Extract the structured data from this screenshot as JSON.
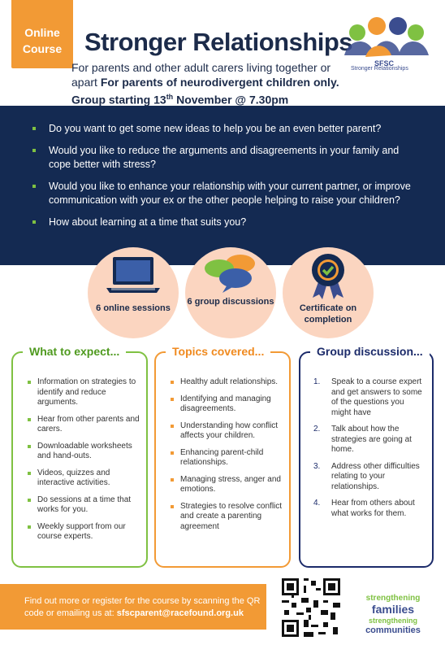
{
  "badge": {
    "line1": "Online",
    "line2": "Course"
  },
  "header": {
    "title": "Stronger Relationships",
    "subtitle_plain": "For parents and other adult  carers living together or apart ",
    "subtitle_bold": "For parents of neurodivergent children only. Group starting 13",
    "subtitle_sup": "th",
    "subtitle_bold_end": " November @ 7.30pm"
  },
  "logo": {
    "name": "SFSC",
    "tagline": "Stronger Relationships"
  },
  "questions": [
    "Do you want to get some new ideas to help you be an even better parent?",
    "Would you like to reduce the arguments and disagreements in your family and cope better with stress?",
    "Would you like to enhance your relationship with your current partner, or improve communication with your ex or the other people helping to raise your children?",
    "How about learning at a time that suits you?"
  ],
  "features": [
    {
      "label": "6 online sessions",
      "icon": "laptop-icon"
    },
    {
      "label": "6 group discussions",
      "icon": "speech-bubbles-icon"
    },
    {
      "label": "Certificate on completion",
      "icon": "award-rosette-icon"
    }
  ],
  "columns": {
    "expect": {
      "heading": "What to expect...",
      "items": [
        "Information on strategies to identify and reduce arguments.",
        "Hear from other parents and carers.",
        "Downloadable worksheets and hand-outs.",
        "Videos, quizzes and interactive activities.",
        "Do sessions at a time that works for you.",
        "Weekly support from our course experts."
      ]
    },
    "topics": {
      "heading": "Topics covered...",
      "items": [
        "Healthy adult relationships.",
        "Identifying and managing disagreements.",
        "Understanding how conflict affects your children.",
        "Enhancing parent-child relationships.",
        "Managing stress, anger and emotions.",
        "Strategies to resolve conflict and create a parenting agreement"
      ]
    },
    "group": {
      "heading": "Group discussion...",
      "items": [
        {
          "num": "1.",
          "text": "Speak to a course expert and get answers to some of the questions you might have"
        },
        {
          "num": "2.",
          "text": "Talk about how the strategies are going at home."
        },
        {
          "num": "3.",
          "text": "Address other difficulties relating to your relationships."
        },
        {
          "num": "4.",
          "text": "Hear from others about what works for them."
        }
      ]
    }
  },
  "footer": {
    "text": "Find out more or register for the course by scanning the QR code or emailing us at: ",
    "email": "sfscparent@racefound.org.uk"
  },
  "brand": {
    "line1": "strengthening",
    "line2": "families",
    "line3": "strengthening",
    "line4": "communities"
  },
  "colors": {
    "navy": "#142a52",
    "orange": "#f29a35",
    "green": "#7fc142",
    "peach": "#fbd5c0"
  }
}
